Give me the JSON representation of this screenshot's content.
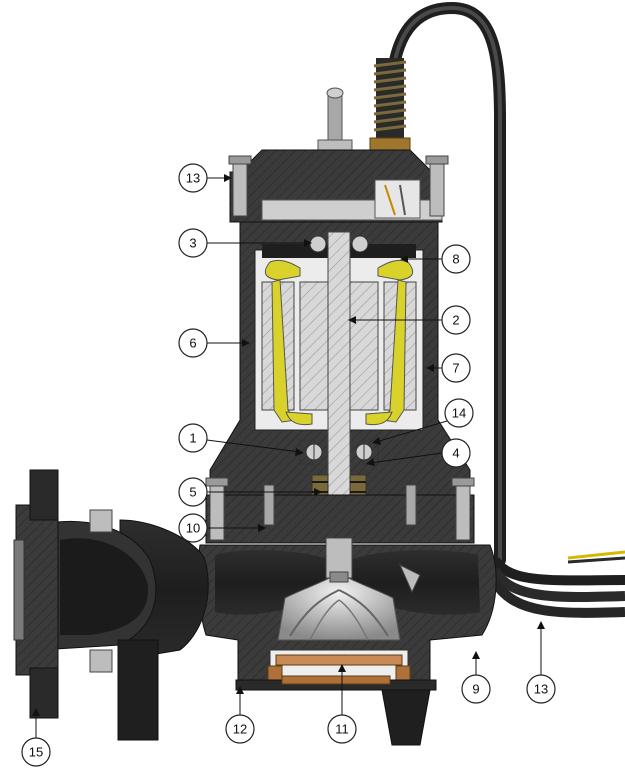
{
  "diagram": {
    "subject": "submersible pump cross-section",
    "callouts": [
      {
        "id": "c13a",
        "label": "13"
      },
      {
        "id": "c3",
        "label": "3"
      },
      {
        "id": "c8",
        "label": "8"
      },
      {
        "id": "c2",
        "label": "2"
      },
      {
        "id": "c6",
        "label": "6"
      },
      {
        "id": "c7",
        "label": "7"
      },
      {
        "id": "c14",
        "label": "14"
      },
      {
        "id": "c1",
        "label": "1"
      },
      {
        "id": "c4",
        "label": "4"
      },
      {
        "id": "c5",
        "label": "5"
      },
      {
        "id": "c10",
        "label": "10"
      },
      {
        "id": "c9",
        "label": "9"
      },
      {
        "id": "c13b",
        "label": "13"
      },
      {
        "id": "c12",
        "label": "12"
      },
      {
        "id": "c11",
        "label": "11"
      },
      {
        "id": "c15",
        "label": "15"
      }
    ]
  },
  "colors": {
    "casing": "#3a3a3a",
    "casing_dark": "#222222",
    "hatch": "#cfcfcf",
    "winding": "#d9d22a",
    "bronze": "#b0703a",
    "metal": "#9a9a9a"
  }
}
